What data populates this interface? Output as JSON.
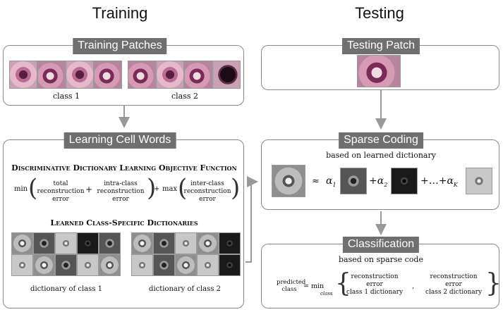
{
  "titles": {
    "training": "Training",
    "testing": "Testing"
  },
  "training_patches": {
    "header": "Training Patches",
    "class1_label": "class 1",
    "class2_label": "class 2"
  },
  "learning": {
    "header": "Learning Cell Words",
    "objective_title": "Discriminative Dictionary Learning Objective Function",
    "min": "min",
    "max": "max",
    "plus1": "+",
    "plus2": "+",
    "term1": [
      "total",
      "reconstruction",
      "error"
    ],
    "term2": [
      "intra-class",
      "reconstruction",
      "error"
    ],
    "term3": [
      "inter-class",
      "reconstruction",
      "error"
    ],
    "dict_title": "Learned Class-Specific Dictionaries",
    "dict1_label": "dictionary of class 1",
    "dict2_label": "dictionary of class 2"
  },
  "testing_patch": {
    "header": "Testing Patch"
  },
  "sparse": {
    "header": "Sparse Coding",
    "subtitle": "based on learned dictionary",
    "approx": "≈",
    "alpha1": "α",
    "alpha1_sub": "1",
    "plus_alpha2": "+α",
    "alpha2_sub": "2",
    "ellipsis": "+…+α",
    "alphaK_sub": "K"
  },
  "classification": {
    "header": "Classification",
    "subtitle": "based on sparse code",
    "predicted": [
      "predicted",
      "class"
    ],
    "eq_min": "= min",
    "min_sub": "class",
    "term1": [
      "reconstruction",
      "error",
      "class 1 dictionary"
    ],
    "comma": ",",
    "term2": [
      "reconstruction",
      "error",
      "class 2 dictionary"
    ]
  }
}
